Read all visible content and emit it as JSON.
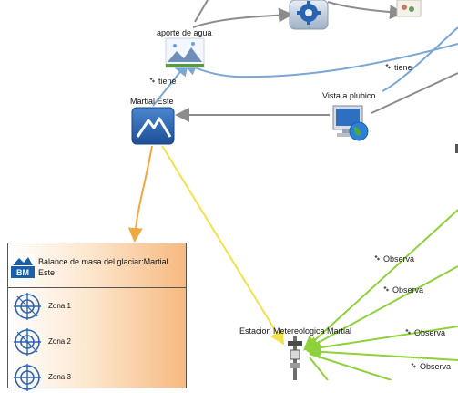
{
  "nodes": {
    "aporte": "aporte de agua",
    "martial": "Martial Este",
    "vista": "Vista a plubico",
    "estacion": "Estacion Metereologica Martial"
  },
  "edge_labels": {
    "tiene_1": "tiene",
    "tiene_2": "tiene",
    "observa_1": "Observa",
    "observa_2": "Observa",
    "observa_3": "Observa",
    "observa_4": "Observa"
  },
  "card": {
    "logo": "BM",
    "title": "Balance de masa del glaciar:Martial Este",
    "zones": [
      "Zona 1",
      "Zona 2",
      "Zona 3"
    ]
  },
  "colors": {
    "edge_gray": "#8c8c8c",
    "edge_blue": "#7aa7d6",
    "edge_orange": "#f0a840",
    "edge_yellow": "#f2e24a",
    "edge_green": "#8fd13a",
    "mountain_blue": "#2a64b0"
  }
}
